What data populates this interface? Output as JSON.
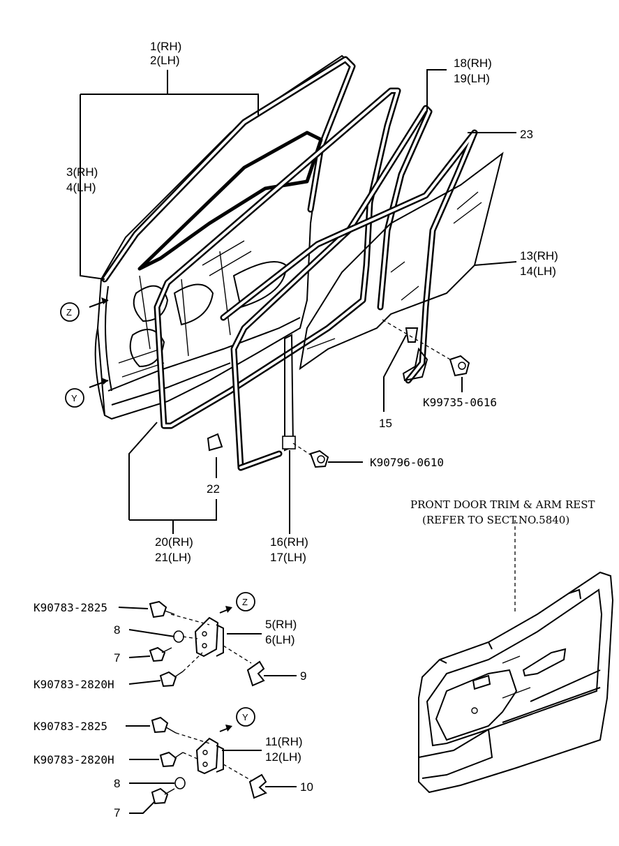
{
  "callouts": {
    "c1_2": {
      "line1": "1(RH)",
      "line2": "2(LH)"
    },
    "c3_4": {
      "line1": "3(RH)",
      "line2": "4(LH)"
    },
    "c18_19": {
      "line1": "18(RH)",
      "line2": "19(LH)"
    },
    "c23": "23",
    "c13_14": {
      "line1": "13(RH)",
      "line2": "14(LH)"
    },
    "c15": "15",
    "k99735": "K99735-0616",
    "k90796": "K90796-0610",
    "c22": "22",
    "c20_21": {
      "line1": "20(RH)",
      "line2": "21(LH)"
    },
    "c16_17": {
      "line1": "16(RH)",
      "line2": "17(LH)"
    },
    "trim_note": {
      "line1": "PRONT DOOR TRIM & ARM REST",
      "line2": "(REFER TO SECT.NO.5840)"
    },
    "z_marker": "Z",
    "y_marker": "Y"
  },
  "upper_hinge": {
    "bolt_top": "K90783-2825",
    "washer": "8",
    "bolt_small": "7",
    "bolt_bottom": "K90783-2820H",
    "hinge": {
      "line1": "5(RH)",
      "line2": "6(LH)"
    },
    "check": "9",
    "marker": "Z"
  },
  "lower_hinge": {
    "bolt_top": "K90783-2825",
    "bolt_mid": "K90783-2820H",
    "washer": "8",
    "bolt_small": "7",
    "hinge": {
      "line1": "11(RH)",
      "line2": "12(LH)"
    },
    "check": "10",
    "marker": "Y"
  }
}
